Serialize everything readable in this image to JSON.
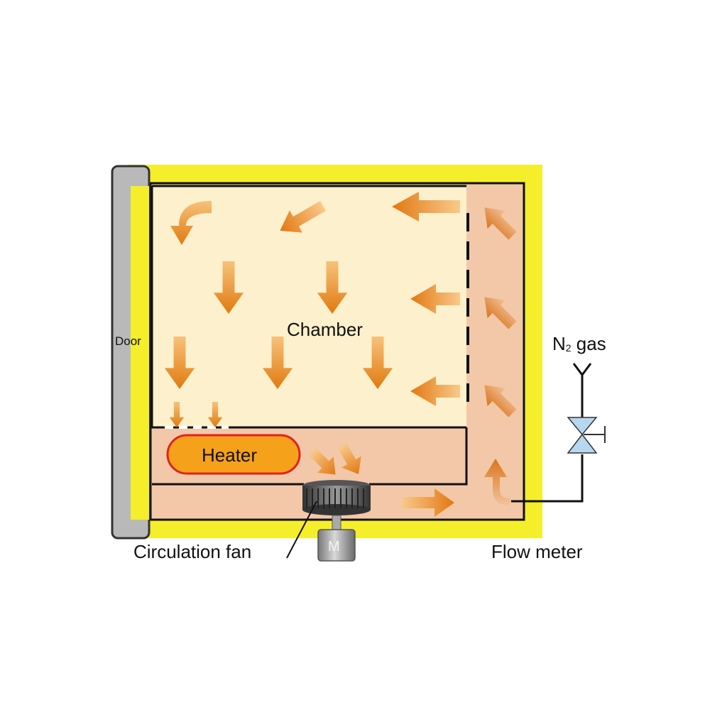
{
  "labels": {
    "door": "Door",
    "chamber": "Chamber",
    "heater": "Heater",
    "n2_main": "N",
    "n2_sub": "2",
    "n2_rest": " gas",
    "circulation_fan": "Circulation fan",
    "flow_meter": "Flow meter",
    "motor": "M"
  },
  "colors": {
    "insulation": "#f5ee2a",
    "chamber": "#fdf0cc",
    "duct": "#f2c8a8",
    "door": "#b9b9b9",
    "heater_fill": "#f5a11a",
    "heater_border": "#e02222",
    "arrow": "#e98a1c",
    "outline": "#111111"
  }
}
